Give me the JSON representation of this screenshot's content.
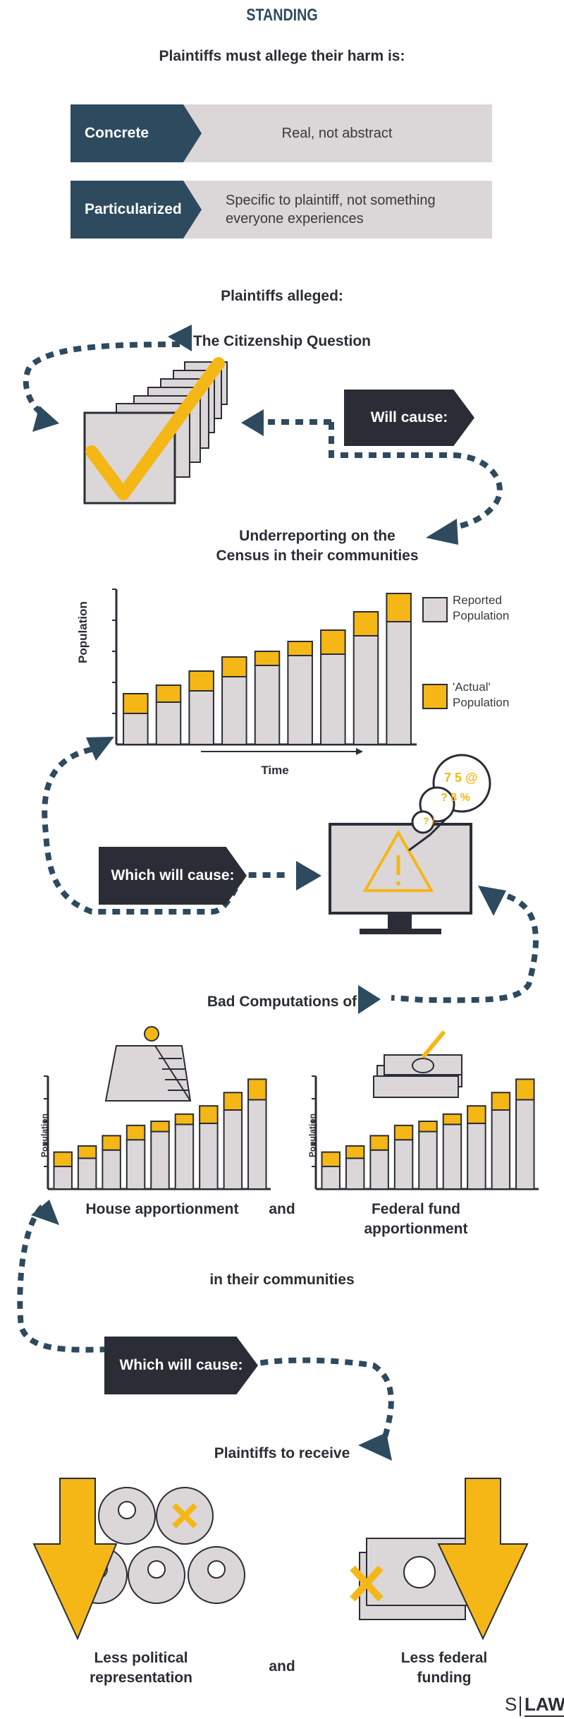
{
  "header": {
    "title": "STANDING"
  },
  "intro": {
    "heading": "Plaintiffs must allege their harm is:"
  },
  "requirements": [
    {
      "label": "Concrete",
      "description": "Real, not abstract"
    },
    {
      "label": "Particularized",
      "description": "Specific to plaintiff, not something everyone experiences"
    }
  ],
  "alleged": {
    "heading": "Plaintiffs alleged:"
  },
  "flow": {
    "citizenship_question": "The Citizenship Question",
    "will_cause": "Will cause:",
    "underreporting": "Underreporting on the Census in their communities",
    "which_will_cause_1": "Which will cause:",
    "bad_computations": "Bad Computations of",
    "house_apportionment": "House apportionment",
    "and_1": "and",
    "federal_fund_apportionment": "Federal fund apportionment",
    "in_communities": "in their communities",
    "which_will_cause_2": "Which will cause:",
    "plaintiffs_receive": "Plaintiffs to receive",
    "less_political": "Less political representation",
    "and_2": "and",
    "less_federal": "Less federal funding"
  },
  "colors": {
    "navy": "#2d4a5f",
    "dark": "#2b2d36",
    "gold": "#f5b716",
    "gray": "#dbd6d8"
  },
  "chart_data": [
    {
      "type": "bar",
      "ylabel": "Population",
      "xlabel": "Time",
      "series": [
        {
          "name": "Reported Population",
          "values": [
            22,
            30,
            38,
            48,
            56,
            63,
            64,
            77,
            87
          ]
        },
        {
          "name": "'Actual' Population",
          "values": [
            14,
            12,
            14,
            14,
            10,
            10,
            17,
            17,
            20
          ]
        }
      ],
      "legend": [
        "Reported Population",
        "'Actual' Population"
      ]
    },
    {
      "type": "bar",
      "ylabel": "Population",
      "series": [
        {
          "name": "Reported Population",
          "values": [
            22,
            30,
            38,
            48,
            56,
            63,
            64,
            77,
            87
          ]
        },
        {
          "name": "'Actual' Population",
          "values": [
            14,
            12,
            14,
            14,
            10,
            10,
            17,
            17,
            20
          ]
        }
      ]
    },
    {
      "type": "bar",
      "ylabel": "Population",
      "series": [
        {
          "name": "Reported Population",
          "values": [
            22,
            30,
            38,
            48,
            56,
            63,
            64,
            77,
            87
          ]
        },
        {
          "name": "'Actual' Population",
          "values": [
            14,
            12,
            14,
            14,
            10,
            10,
            17,
            17,
            20
          ]
        }
      ]
    }
  ],
  "footer": {
    "logo_s": "S",
    "logo_law": "LAW"
  }
}
